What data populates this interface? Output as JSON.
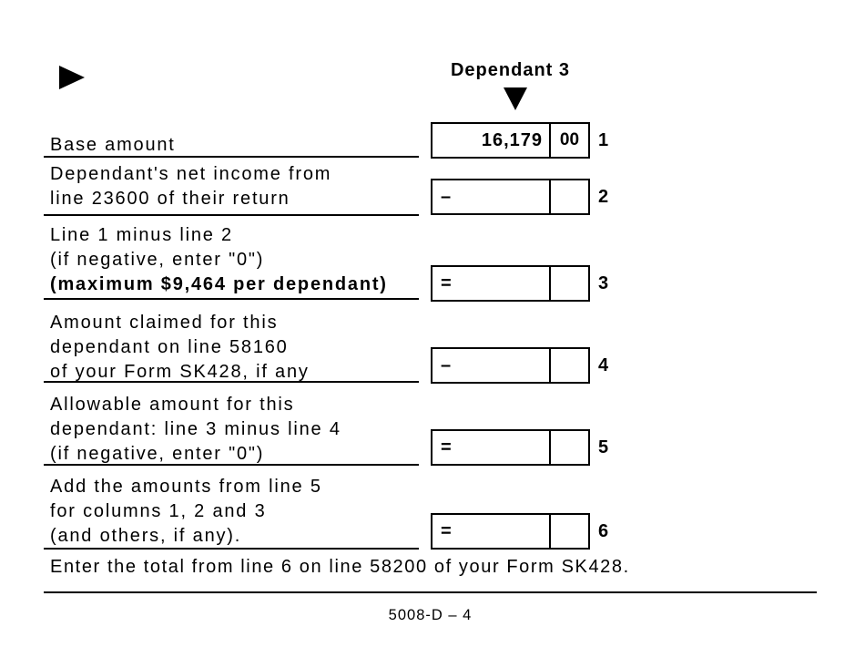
{
  "colors": {
    "ink": "#000000",
    "paper": "#ffffff"
  },
  "form": {
    "column_header": "Dependant 3",
    "icons": {
      "section_pointer": "black-right-triangle-icon",
      "column_pointer": "black-down-triangle-icon"
    },
    "rows": [
      {
        "labels": [
          "Base amount"
        ],
        "sign": "",
        "amount": "16,179",
        "cents": "00",
        "line_number": "1"
      },
      {
        "labels": [
          "Dependant's net income from",
          "line 23600 of their return"
        ],
        "sign": "–",
        "amount": "",
        "cents": "",
        "line_number": "2"
      },
      {
        "labels": [
          "Line 1 minus line 2",
          "(if negative, enter \"0\")",
          "(maximum $9,464 per dependant)"
        ],
        "sign": "=",
        "amount": "",
        "cents": "",
        "line_number": "3"
      },
      {
        "labels": [
          "Amount claimed for this",
          "dependant on line 58160",
          "of your Form SK428, if any"
        ],
        "sign": "–",
        "amount": "",
        "cents": "",
        "line_number": "4"
      },
      {
        "labels": [
          "Allowable amount for this",
          "dependant: line 3 minus line 4",
          "(if negative, enter \"0\")"
        ],
        "sign": "=",
        "amount": "",
        "cents": "",
        "line_number": "5"
      },
      {
        "labels": [
          "Add the amounts from line 5",
          "for columns 1, 2 and 3",
          "(and others, if any)."
        ],
        "sign": "=",
        "amount": "",
        "cents": "",
        "line_number": "6"
      }
    ],
    "total_instruction": "Enter the total from line 6 on line 58200 of your Form SK428.",
    "page_number": "5008-D – 4"
  }
}
